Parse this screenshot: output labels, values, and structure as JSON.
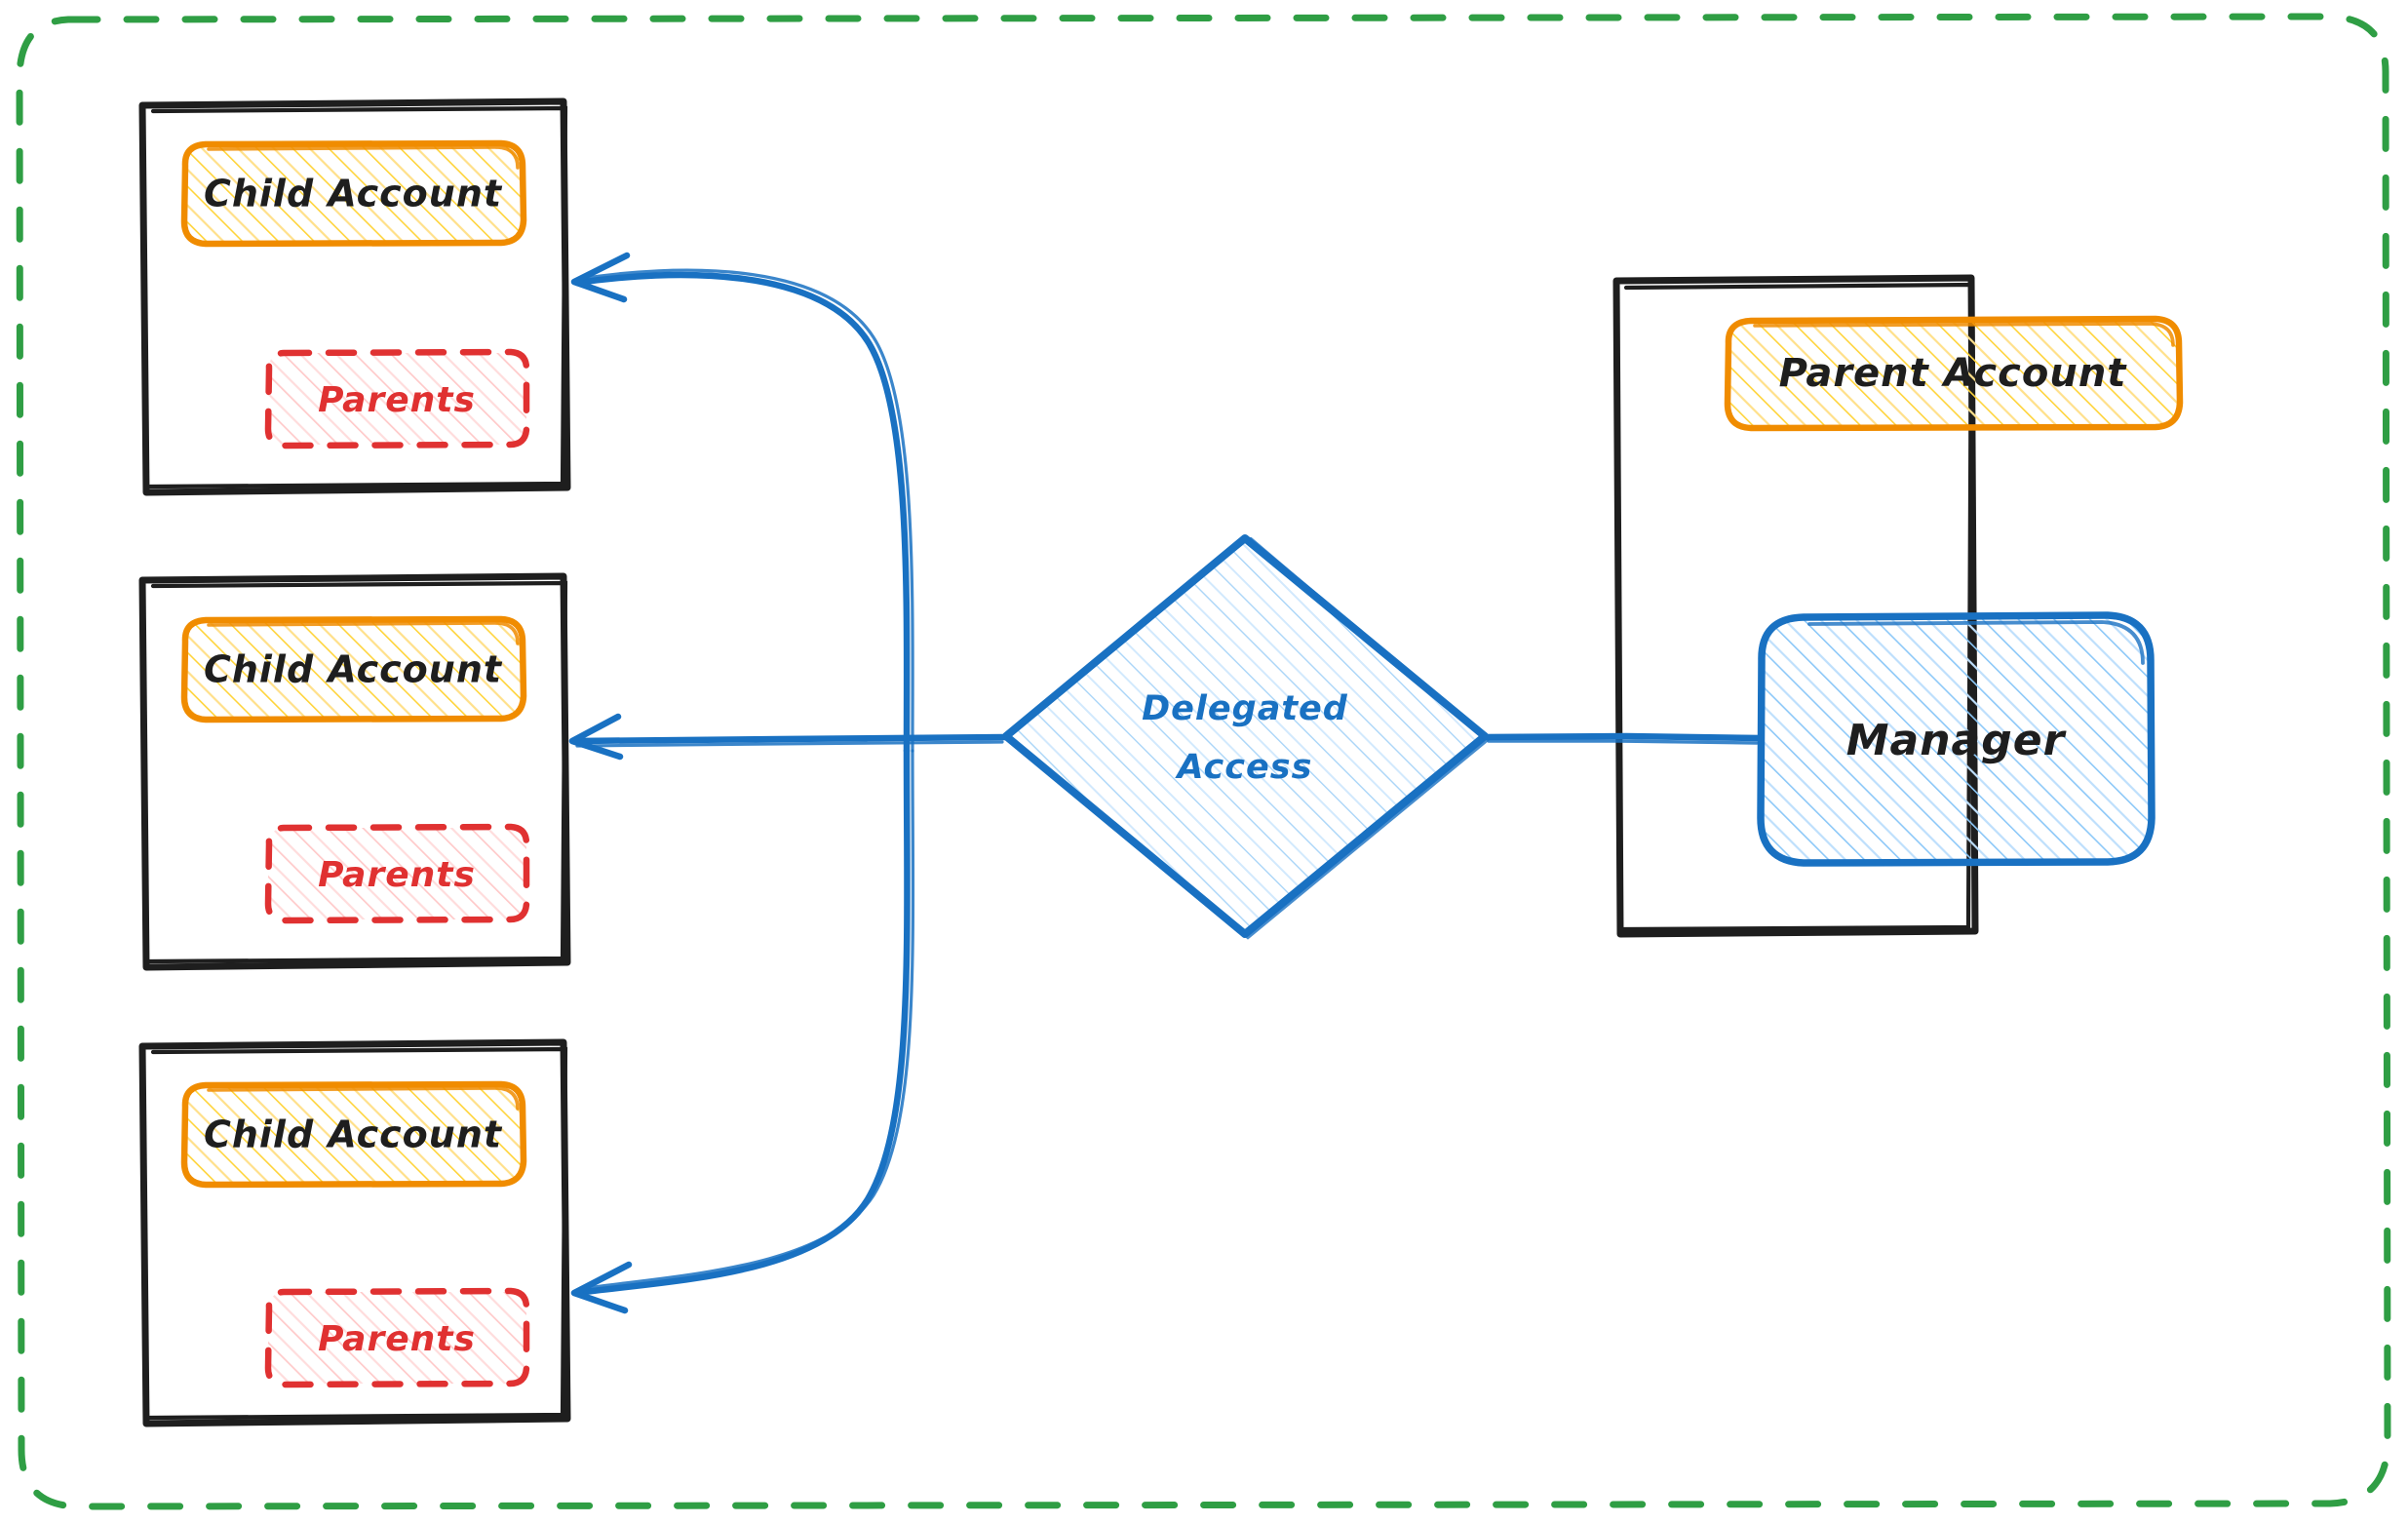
{
  "diagram": {
    "title": "Delegated Access",
    "boundary": {
      "name": "organization-boundary",
      "style": "dashed",
      "color": "#2f9e44"
    },
    "colors": {
      "boundary_green": "#2f9e44",
      "container_black": "#1e1e1e",
      "account_orange": "#f08c00",
      "account_fill": "#ffec99",
      "parents_red": "#e03131",
      "parents_fill": "#ffc9c9",
      "link_blue": "#1971c2",
      "node_blue_fill": "#a5d8ff",
      "background": "#ffffff"
    },
    "children": [
      {
        "container": "child-account-container-1",
        "account_label": "Child Account",
        "parents_label": "Parents"
      },
      {
        "container": "child-account-container-2",
        "account_label": "Child Account",
        "parents_label": "Parents"
      },
      {
        "container": "child-account-container-3",
        "account_label": "Child Account",
        "parents_label": "Parents"
      }
    ],
    "gateway": {
      "name": "delegated-access-diamond",
      "line1": "Delegated",
      "line2": "Access"
    },
    "parent": {
      "container": "parent-account-container",
      "account_label": "Parent Account",
      "manager_label": "Manager"
    },
    "edges": [
      {
        "name": "edge-delegated-to-child-1",
        "from": "Delegated Access",
        "to": "Child Account 1",
        "arrow": "to",
        "shape": "curved"
      },
      {
        "name": "edge-delegated-to-child-2",
        "from": "Delegated Access",
        "to": "Child Account 2",
        "arrow": "to",
        "shape": "straight"
      },
      {
        "name": "edge-delegated-to-child-3",
        "from": "Delegated Access",
        "to": "Child Account 3",
        "arrow": "to",
        "shape": "curved"
      },
      {
        "name": "edge-manager-to-delegated",
        "from": "Manager",
        "to": "Delegated Access",
        "arrow": "none",
        "shape": "straight"
      }
    ]
  }
}
